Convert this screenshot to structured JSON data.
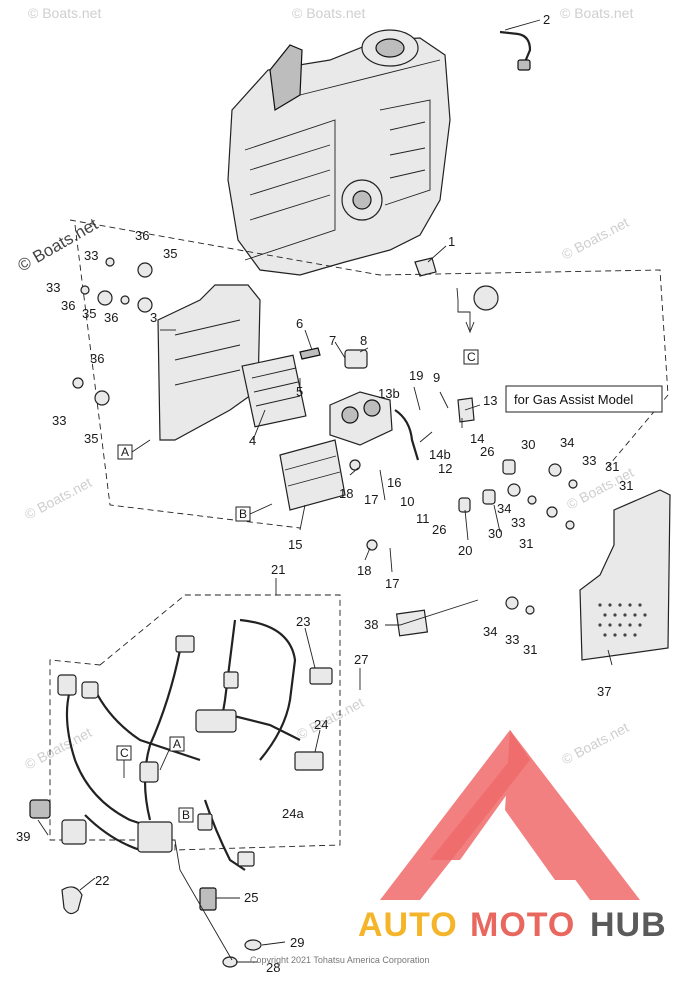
{
  "watermark": {
    "corner_text": "© Boats.net",
    "tile_text": "© Boats.net"
  },
  "note": {
    "gas_assist": "for Gas Assist Model"
  },
  "ref_boxes": {
    "a": "A",
    "b": "B",
    "c": "C"
  },
  "logo": {
    "auto": "AUTO",
    "moto": "MOTO",
    "hub": "HUB",
    "colors": {
      "auto": "#f5b52a",
      "moto": "#e8685f",
      "hub": "#5a5a5a",
      "triangle": "#f06a6a"
    }
  },
  "copyright": "Copyright 2021 Tohatsu America Corporation",
  "callouts": {
    "c1": "1",
    "c2": "2",
    "c3": "3",
    "c4": "4",
    "c5": "5",
    "c6": "6",
    "c7": "7",
    "c8": "8",
    "c9": "9",
    "c10": "10",
    "c11": "11",
    "c12": "12",
    "c13": "13",
    "c13b": "13b",
    "c14": "14",
    "c14b": "14b",
    "c15": "15",
    "c16": "16",
    "c17": "17",
    "c18": "18",
    "c19": "19",
    "c20": "20",
    "c21": "21",
    "c22": "22",
    "c23": "23",
    "c24": "24",
    "c24a": "24a",
    "c25": "25",
    "c26": "26",
    "c27": "27",
    "c28": "28",
    "c29": "29",
    "c30": "30",
    "c31": "31",
    "c33": "33",
    "c34": "34",
    "c35": "35",
    "c36": "36",
    "c37": "37",
    "c38": "38",
    "c39": "39"
  }
}
